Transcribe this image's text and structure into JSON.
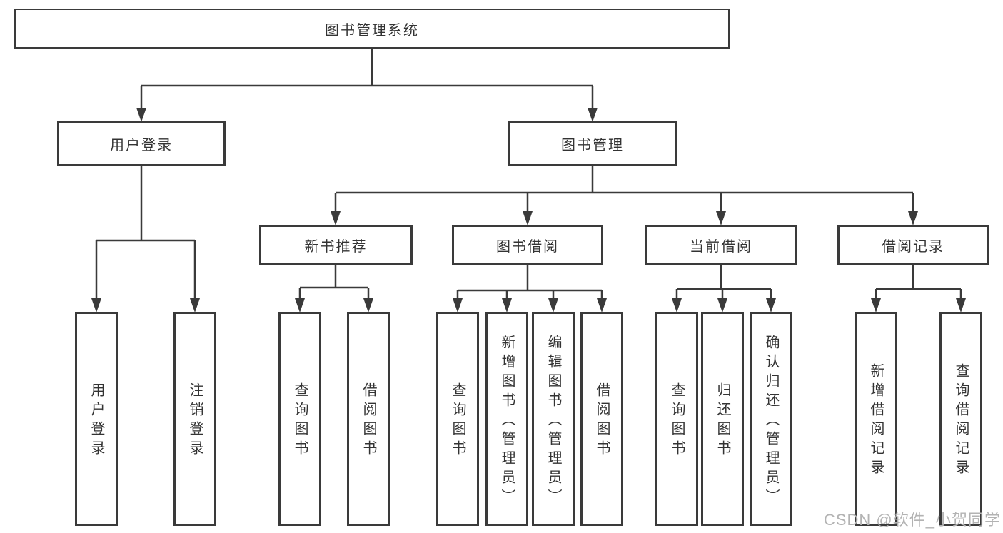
{
  "tree": {
    "label": "图书管理系统",
    "children": [
      {
        "label": "用户登录",
        "children": [
          {
            "label": "用户登录"
          },
          {
            "label": "注销登录"
          }
        ]
      },
      {
        "label": "图书管理",
        "children": [
          {
            "label": "新书推荐",
            "children": [
              {
                "label": "查询图书"
              },
              {
                "label": "借阅图书"
              }
            ]
          },
          {
            "label": "图书借阅",
            "children": [
              {
                "label": "查询图书"
              },
              {
                "label": "新增图书（管理员）"
              },
              {
                "label": "编辑图书（管理员）"
              },
              {
                "label": "借阅图书"
              }
            ]
          },
          {
            "label": "当前借阅",
            "children": [
              {
                "label": "查询图书"
              },
              {
                "label": "归还图书"
              },
              {
                "label": "确认归还（管理员）"
              }
            ]
          },
          {
            "label": "借阅记录",
            "children": [
              {
                "label": "新增借阅记录"
              },
              {
                "label": "查询借阅记录"
              }
            ]
          }
        ]
      }
    ]
  },
  "watermark": "CSDN @软件_小贺同学",
  "colors": {
    "line": "#3a3a3a",
    "box_border": "#3a3a3a",
    "text": "#333333",
    "watermark": "#b3b3b3",
    "background": "#ffffff"
  }
}
